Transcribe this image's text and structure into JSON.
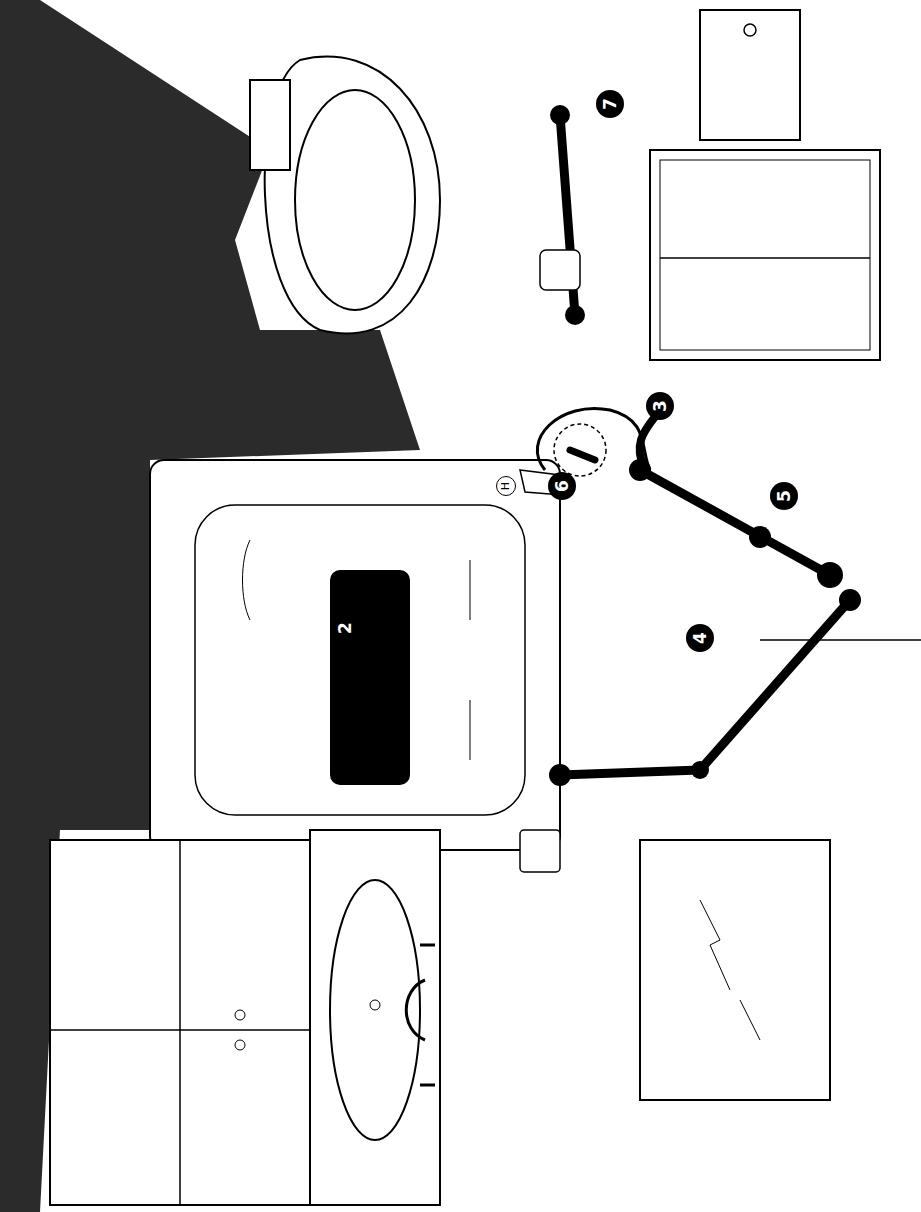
{
  "diagram": {
    "labels": [
      "2",
      "3",
      "4",
      "5",
      "6",
      "7",
      "H"
    ]
  }
}
